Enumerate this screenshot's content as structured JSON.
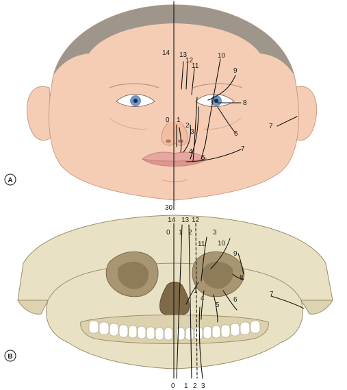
{
  "panels": [
    {
      "letter": "A"
    },
    {
      "letter": "B"
    }
  ],
  "face_labels": [
    "14",
    "13",
    "12",
    "11",
    "10",
    "9",
    "8",
    "7",
    "6",
    "5",
    "4",
    "3",
    "2",
    "1",
    "0",
    "7",
    "30"
  ],
  "skull_labels": [
    "14",
    "13",
    "12",
    "0",
    "1",
    "2",
    "3",
    "11",
    "10",
    "9",
    "8",
    "7",
    "6",
    "5",
    "4",
    "1",
    "0",
    "1",
    "2",
    "3"
  ],
  "colors": {
    "skin": "#f5cdb4",
    "skin_shadow": "#e9b69a",
    "hair": "#9e958b",
    "bone": "#e9e1c3",
    "bone_shadow": "#c8bd98",
    "orbit": "#a89572",
    "lip": "#e6a7a0",
    "iris": "#6f95c6",
    "line": "#111111"
  }
}
